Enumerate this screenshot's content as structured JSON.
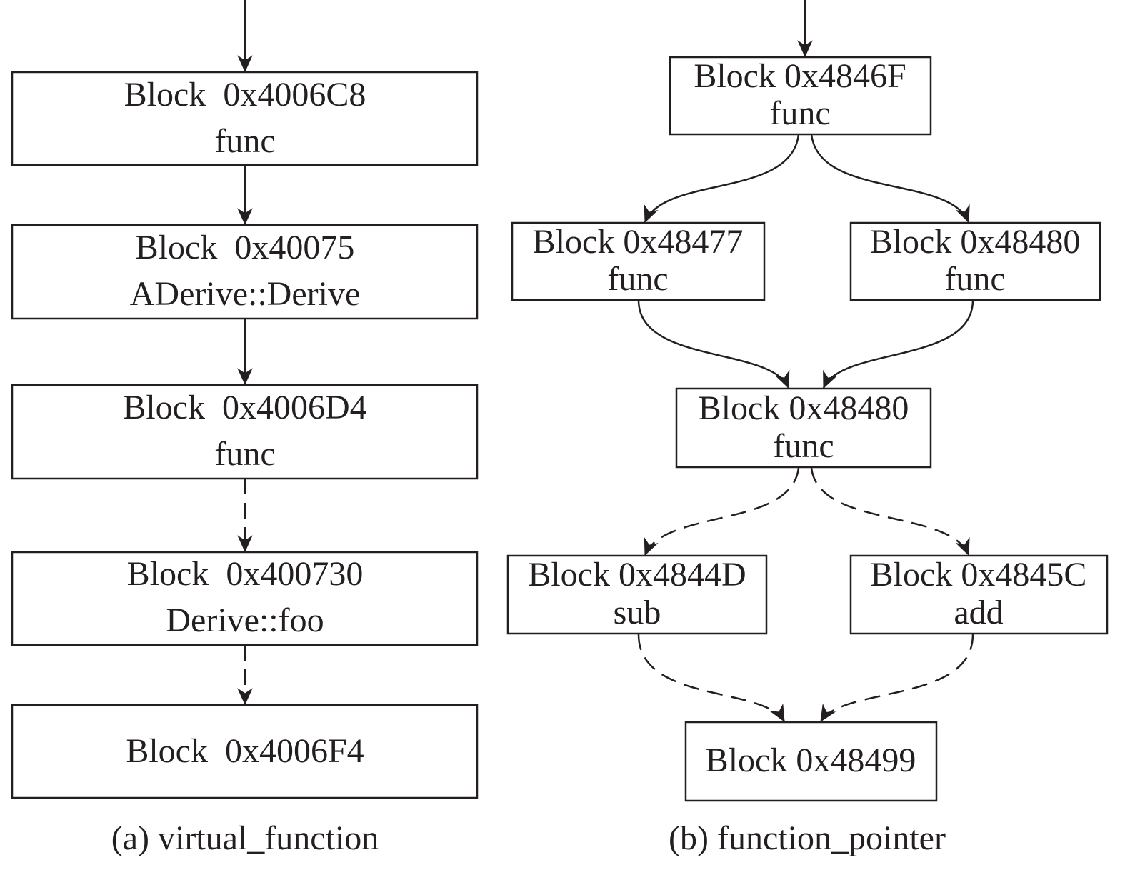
{
  "diagram": {
    "left": {
      "caption": "(a) virtual_function",
      "blocks": [
        {
          "line1": "Block  0x4006C8",
          "line2": "func"
        },
        {
          "line1": "Block  0x40075",
          "line2": "ADerive::Derive"
        },
        {
          "line1": "Block  0x4006D4",
          "line2": "func"
        },
        {
          "line1": "Block  0x400730",
          "line2": "Derive::foo"
        },
        {
          "line1": "Block  0x4006F4",
          "line2": ""
        }
      ]
    },
    "right": {
      "caption": "(b) function_pointer",
      "blocks": [
        {
          "line1": "Block 0x4846F",
          "line2": "func"
        },
        {
          "line1": "Block 0x48477",
          "line2": "func"
        },
        {
          "line1": "Block 0x48480",
          "line2": "func"
        },
        {
          "line1": "Block 0x48480",
          "line2": "func"
        },
        {
          "line1": "Block 0x4844D",
          "line2": "sub"
        },
        {
          "line1": "Block 0x4845C",
          "line2": "add"
        },
        {
          "line1": "Block 0x48499",
          "line2": ""
        }
      ]
    }
  }
}
